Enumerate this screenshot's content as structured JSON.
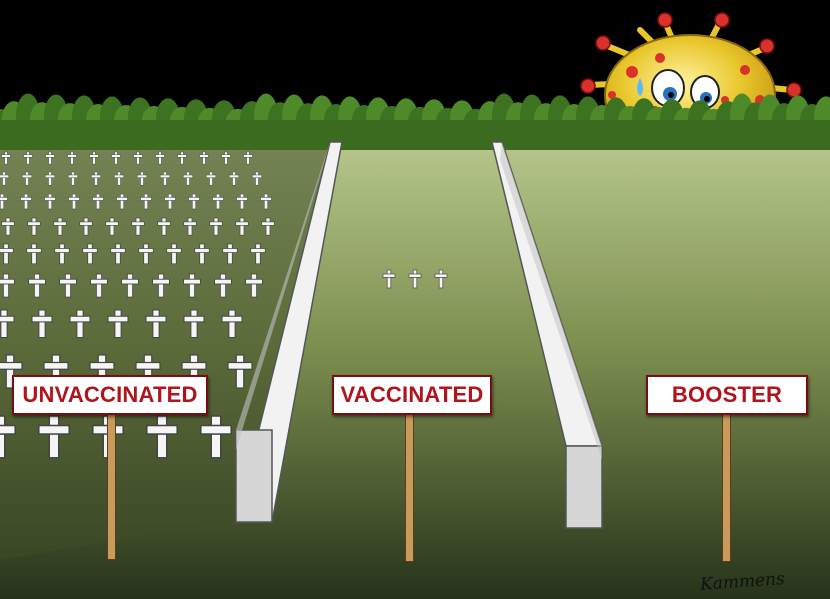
{
  "signs": {
    "unvaccinated": "UNVACCINATED",
    "vaccinated": "VACCINATED",
    "booster": "BOOSTER"
  },
  "signature": "Kammens",
  "colors": {
    "sky": "#000000",
    "grass_light": "#b8c98a",
    "grass_dark": "#1f2a12",
    "sign_text": "#b0141c",
    "virus_body": "#e8c62a",
    "virus_spike_tip": "#d8322a"
  },
  "icons": [
    "cross-icon",
    "virus-icon",
    "wall"
  ]
}
